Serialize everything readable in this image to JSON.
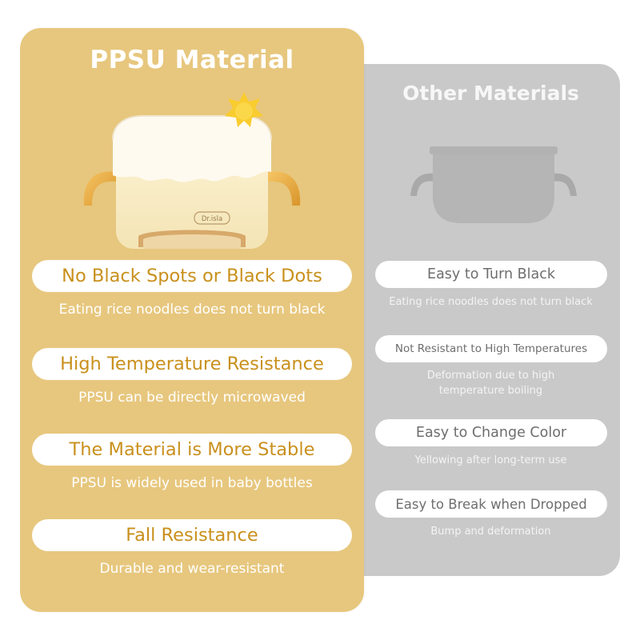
{
  "colors": {
    "left_panel_bg": "#e7c77e",
    "right_panel_bg": "#c9c9c9",
    "left_accent_text": "#c9901c",
    "right_pill_text": "#6e6e6e",
    "pill_bg": "#ffffff"
  },
  "left": {
    "title": "PPSU Material",
    "product_brand": "Dr.isla",
    "items": [
      {
        "label": "No Black Spots or Black Dots",
        "desc": "Eating rice noodles does not turn black"
      },
      {
        "label": "High Temperature Resistance",
        "desc": "PPSU can be directly microwaved"
      },
      {
        "label": "The Material is More Stable",
        "desc": "PPSU is widely used in baby bottles"
      },
      {
        "label": "Fall Resistance",
        "desc": "Durable and wear-resistant"
      }
    ]
  },
  "right": {
    "title": "Other Materials",
    "items": [
      {
        "label": "Easy to Turn Black",
        "desc": "Eating rice noodles does not turn black"
      },
      {
        "label": "Not Resistant to High Temperatures",
        "desc": "Deformation due to high temperature boiling"
      },
      {
        "label": "Easy to Change Color",
        "desc": "Yellowing after long-term use"
      },
      {
        "label": "Easy to Break when Dropped",
        "desc": "Bump and deformation"
      }
    ]
  }
}
